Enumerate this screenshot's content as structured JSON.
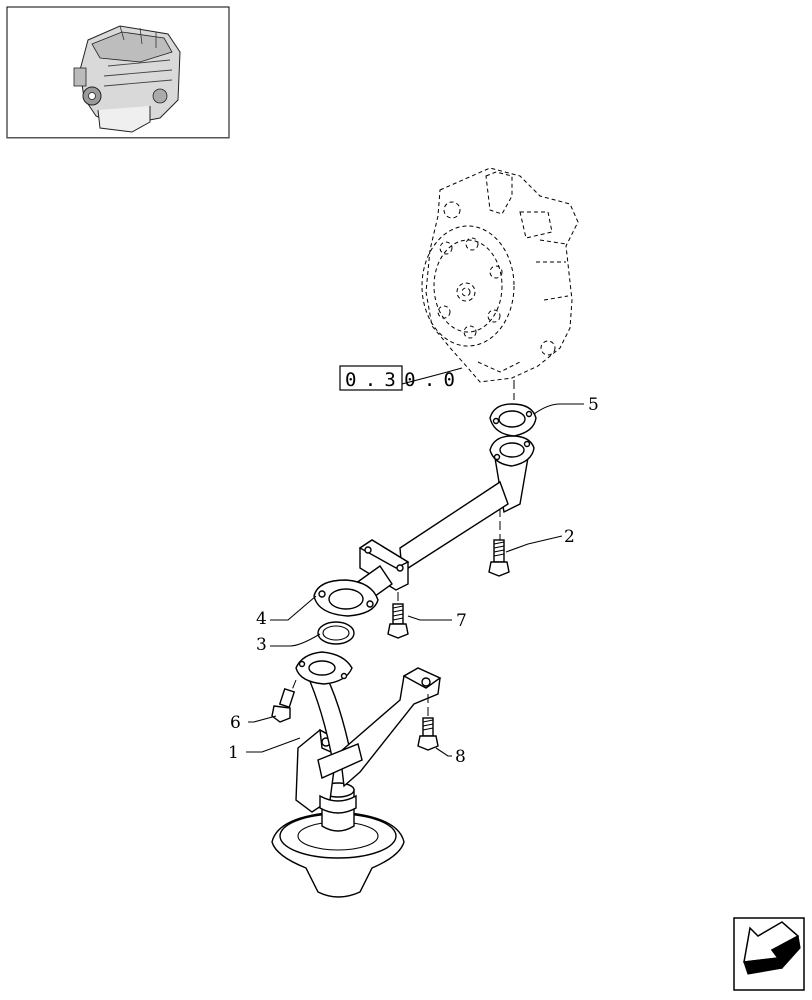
{
  "reference": {
    "label": "0 . 3 0 . 0"
  },
  "callouts": [
    "1",
    "2",
    "3",
    "4",
    "5",
    "6",
    "7",
    "8"
  ],
  "icons": {
    "thumbnail": "engine-thumbnail-icon",
    "nav": "next-page-arrow-icon"
  }
}
